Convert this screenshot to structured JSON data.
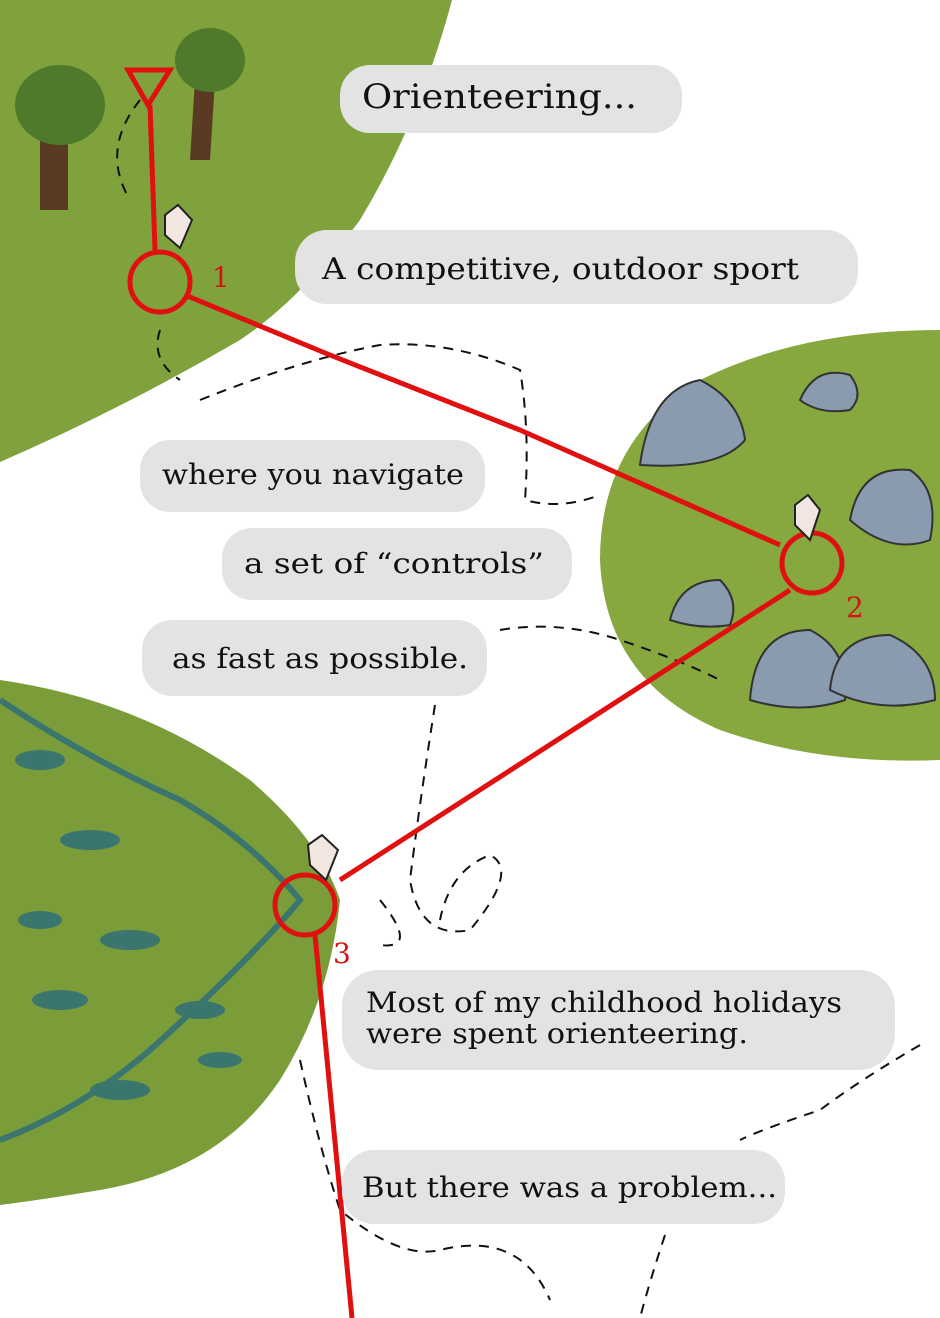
{
  "captions": {
    "title": "Orienteering...",
    "line1": "A competitive, outdoor sport",
    "line2": "where you navigate",
    "line3": "a set of  “controls”",
    "line4": "as fast as possible.",
    "line5a": "Most of my childhood holidays",
    "line5b": "were spent orienteering.",
    "line6": "But there was a problem..."
  },
  "controls": {
    "c1": "1",
    "c2": "2",
    "c3": "3"
  },
  "colors": {
    "grass": "#7fa23c",
    "route": "#e01010",
    "bubble": "#e3e3e3",
    "bush": "#8a9bb0",
    "water": "#2f6f78"
  }
}
